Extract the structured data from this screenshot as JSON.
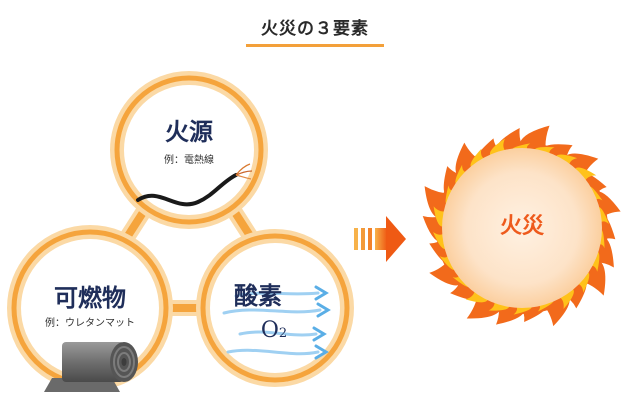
{
  "title": "火災の３要素",
  "elements": {
    "ignition": {
      "label": "火源",
      "example": "例：電熱線"
    },
    "fuel": {
      "label": "可燃物",
      "example": "例：ウレタンマット"
    },
    "oxygen": {
      "label": "酸素",
      "formula_symbol": "O",
      "formula_subscript": "2"
    }
  },
  "result": {
    "label": "火災"
  },
  "colors": {
    "ring": "#f5a43c",
    "ring_glow": "#fbd9a5",
    "label_navy": "#1f2e5a",
    "arrow_orange": "#ef6a1e",
    "flame_orange": "#f26a1b",
    "flame_yellow": "#ffc21a",
    "fire_core": "#fde3c8",
    "air_blue": "#5aaee6"
  },
  "icons": [
    "heating-wire-icon",
    "urethane-mat-roll-icon",
    "airflow-arrows-icon",
    "flame-ring-icon",
    "right-arrow-icon"
  ]
}
